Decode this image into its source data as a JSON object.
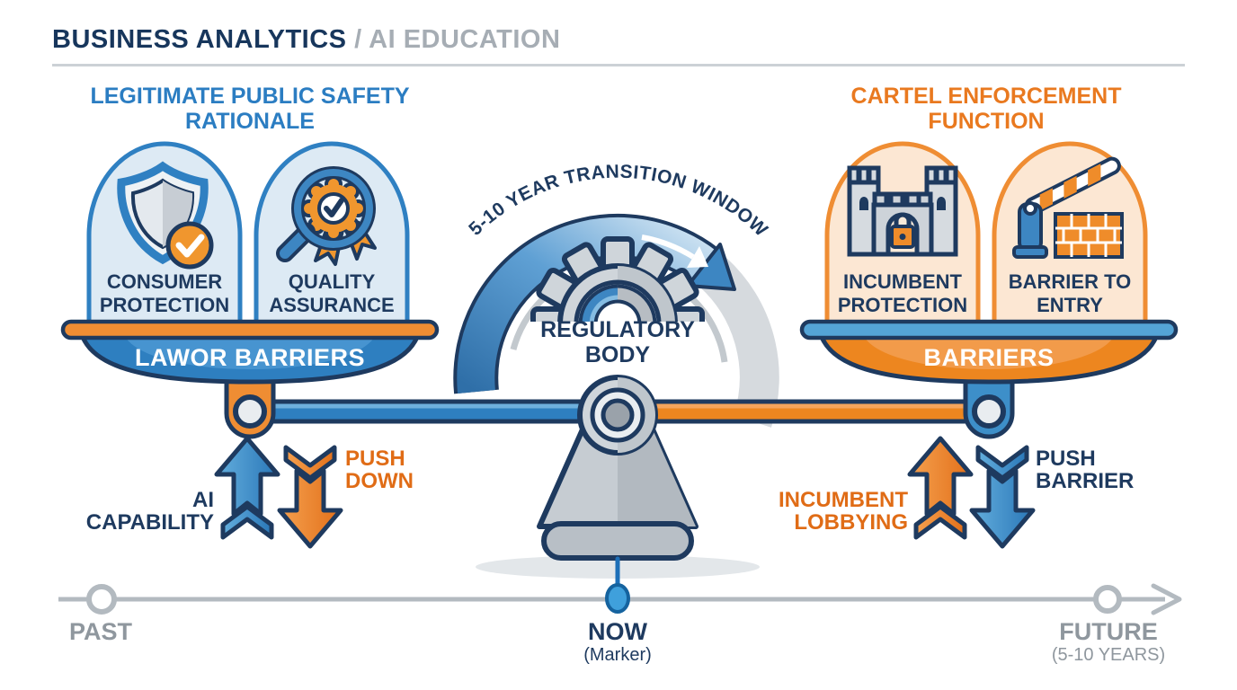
{
  "header": {
    "title_primary": "BUSINESS ANALYTICS",
    "separator": "/",
    "title_secondary": "AI EDUCATION"
  },
  "left_section": {
    "heading_line1": "LEGITIMATE PUBLIC SAFETY",
    "heading_line2": "RATIONALE",
    "cards": [
      {
        "icon": "shield-check-icon",
        "label_line1": "CONSUMER",
        "label_line2": "PROTECTION"
      },
      {
        "icon": "magnifier-award-icon",
        "label_line1": "QUALITY",
        "label_line2": "ASSURANCE"
      }
    ],
    "pan_label": "LAWOR BARRIERS",
    "up_label_line1": "AI",
    "up_label_line2": "CAPABILITY",
    "down_label_line1": "PUSH",
    "down_label_line2": "DOWN"
  },
  "center": {
    "arc_label": "5-10 YEAR TRANSITION WINDOW",
    "hub_label_line1": "REGULATORY",
    "hub_label_line2": "BODY"
  },
  "right_section": {
    "heading_line1": "CARTEL ENFORCEMENT",
    "heading_line2": "FUNCTION",
    "cards": [
      {
        "icon": "castle-lock-icon",
        "label_line1": "INCUMBENT",
        "label_line2": "PROTECTION"
      },
      {
        "icon": "boom-barrier-wall-icon",
        "label_line1": "BARRIER TO",
        "label_line2": "ENTRY"
      }
    ],
    "pan_label": "BARRIERS",
    "up_label_line1": "INCUMBENT",
    "up_label_line2": "LOBBYING",
    "down_label_line1": "PUSH",
    "down_label_line2": "BARRIER"
  },
  "timeline": {
    "past_label": "PAST",
    "now_label": "NOW",
    "now_sublabel": "(Marker)",
    "future_label": "FUTURE",
    "future_sublabel": "(5-10 YEARS)"
  },
  "colors": {
    "navy": "#1e3a5f",
    "blue": "#2f80c2",
    "orange": "#e9791f",
    "light_blue_fill": "#ddeaf4",
    "light_orange_fill": "#fce7d3",
    "timeline_gray": "#b3bac0"
  }
}
